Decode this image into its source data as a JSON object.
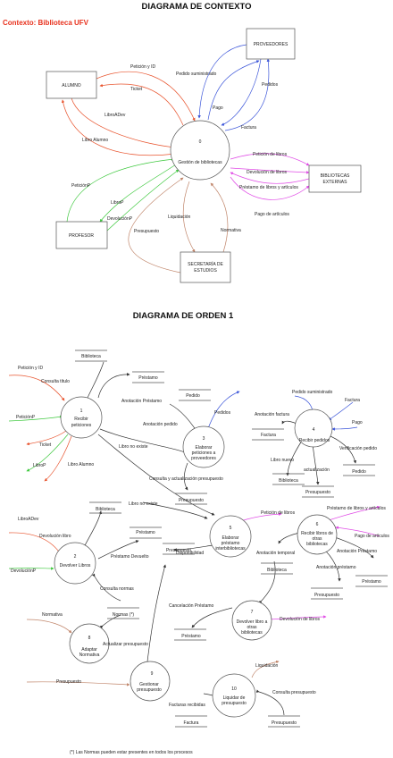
{
  "titles": {
    "context": "DIAGRAMA DE CONTEXTO",
    "context_label": "Contexto: Biblioteca UFV",
    "order": "DIAGRAMA DE ORDEN 1",
    "footnote": "(*) Las Normas pueden estar presentes en todos los procesos"
  },
  "context": {
    "entities": {
      "alumno": "ALUMNO",
      "proveedores": "PROVEEDORES",
      "externas_1": "BIBLIOTECAS",
      "externas_2": "EXTERNAS",
      "profesor": "PROFESOR",
      "secretaria_1": "SECRETARÍA DE",
      "secretaria_2": "ESTUDIOS"
    },
    "process": {
      "number": "0",
      "name": "Gestión de bibliotecas"
    },
    "flows": {
      "peticion_id": "Petición y ID",
      "ticket": "Ticket",
      "libro_adev": "LibroADev",
      "libro_alumno": "Libro Alumno",
      "pedido_suministrado": "Pedido suministrado",
      "pago": "Pago",
      "pedidos": "Pedidos",
      "factura": "Factura",
      "peticion_libros": "Petición de libros",
      "devolucion_libros": "Devolución de libros",
      "prestamo_libros": "Préstamo de libros y artículos",
      "pago_articulos": "Pago de artículos",
      "peticion_p": "PeticiónP",
      "libro_p": "LibroP",
      "devolucion_p": "DevoluciónP",
      "presupuesto": "Presupuesto",
      "liquidacion": "Liquidación",
      "normativa": "Normativa"
    }
  },
  "order": {
    "processes": {
      "p1_num": "1",
      "p1_l1": "Recibir",
      "p1_l2": "peticiones",
      "p2_num": "2",
      "p2_l1": "Devolver Libros",
      "p3_num": "3",
      "p3_l1": "Elaborar",
      "p3_l2": "peticiones a",
      "p3_l3": "proveedores",
      "p4_num": "4",
      "p4_l1": "Recibir pedidos",
      "p5_num": "5",
      "p5_l1": "Elaborar",
      "p5_l2": "préstamo",
      "p5_l3": "interbibliotecas",
      "p6_num": "6",
      "p6_l1": "Recibir libros de",
      "p6_l2": "otras",
      "p6_l3": "bibliotecas",
      "p7_num": "7",
      "p7_l1": "Devolver libro a",
      "p7_l2": "otras",
      "p7_l3": "bibliotecas",
      "p8_num": "8",
      "p8_l1": "Adaptar",
      "p8_l2": "Normativa",
      "p9_num": "9",
      "p9_l1": "Gestionar",
      "p9_l2": "presupuesto",
      "p10_num": "10",
      "p10_l1": "Liquidar de",
      "p10_l2": "presupuesto"
    },
    "stores": {
      "biblioteca": "Biblioteca",
      "prestamo": "Préstamo",
      "pedido": "Pedido",
      "presupuesto": "Presupuesto",
      "factura": "Factura",
      "pedido2": "Pedido",
      "normas": "Normas (*)"
    },
    "flows": {
      "peticion_id": "Petición y ID",
      "consulta_titulo": "Consulta título",
      "anotacion_prestamo": "Anotación Préstamo",
      "peticion_p": "PeticiónP",
      "ticket": "Ticket",
      "libro_p": "LibroP",
      "libro_alumno": "Libro Alumno",
      "libro_no_existe": "Libro no existe",
      "anotacion_pedido": "Anotación pedido",
      "pedidos": "Pedidos",
      "consulta_actualizacion_presupuesto": "Consulta y actualización presupuesto",
      "pedido_suministrado": "Pedido suministrado",
      "factura": "Factura",
      "pago": "Pago",
      "anotacion_factura": "Anotación factura",
      "libro_nuevo": "Libro nuevo",
      "actualizacion": "actualización",
      "verificacion_pedido": "Verificación pedido",
      "libro_a_dev": "LibroADev",
      "devolucion_libro": "Devolución libro",
      "devolucion_p": "DevoluciónP",
      "prestamo_devuelto": "Préstamo Devuelto",
      "consulta_normas": "Consulta normas",
      "normativa": "Normativa",
      "actualizar_presupuesto": "Actualizar presupuesto",
      "presupuesto": "Presupuesto",
      "peticion_libros": "Petición de libros",
      "disponibilidad": "Disponibilidad",
      "prestamo_libros_articulos": "Préstamo de libros y artículos",
      "pago_articulos": "Pago de artículos",
      "anotacion_temporal": "Anotación temporal",
      "anotacion_prestamo2": "Anotación Préstamo",
      "anotacion_prestamo3": "Anotación préstamo",
      "cancelacion_prestamo": "Cancelación Préstamo",
      "devolucion_libros": "Devolución de libros",
      "liquidacion": "Liquidación",
      "consulta_presupuesto": "Consulta presupuesto",
      "facturas_recibidas": "Facturas recibidas"
    }
  },
  "colors": {
    "red": "#e8542e",
    "blue": "#3b55d9",
    "green": "#3cc83c",
    "magenta": "#e04be6",
    "brown": "#c0856a",
    "black": "#333333"
  }
}
